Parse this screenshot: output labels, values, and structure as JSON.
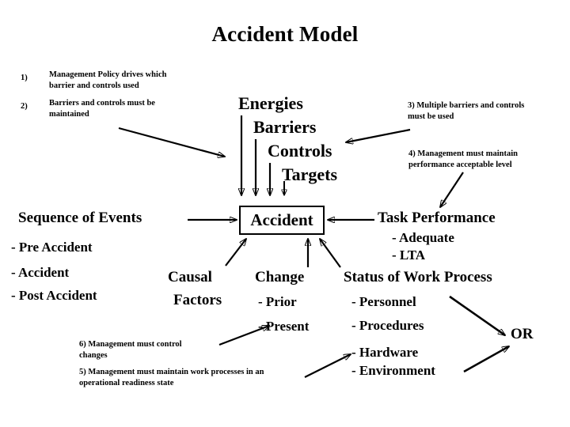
{
  "title": "Accident Model",
  "notes": {
    "n1_num": "1)",
    "n1_text": "Management Policy drives which barrier and controls used",
    "n2_num": "2)",
    "n2_text": "Barriers and controls must be maintained",
    "n3_text": "3) Multiple barriers and controls must be used",
    "n4_text": "4) Management must maintain performance acceptable level",
    "n5_text": "5) Management must maintain work processes in an operational readiness state",
    "n6_text": "6) Management must control changes"
  },
  "center_stack": {
    "line1": "Energies",
    "line2": "Barriers",
    "line3": "Controls",
    "line4": "Targets"
  },
  "sequence": {
    "heading": "Sequence of Events",
    "items": [
      "- Pre Accident",
      "- Accident",
      "- Post Accident"
    ]
  },
  "accident": {
    "label": "Accident"
  },
  "task_performance": {
    "heading": "Task Performance",
    "items": [
      "- Adequate",
      "- LTA"
    ]
  },
  "causal_factors": {
    "line1": "Causal",
    "line2": "Factors"
  },
  "change": {
    "heading": "Change",
    "items": [
      "- Prior",
      "- Present"
    ]
  },
  "work_process": {
    "heading": "Status of Work Process",
    "items": [
      "- Personnel",
      "- Procedures",
      "- Hardware",
      "- Environment"
    ]
  },
  "or_label": "OR",
  "colors": {
    "ink": "#000000",
    "paper": "#ffffff"
  }
}
